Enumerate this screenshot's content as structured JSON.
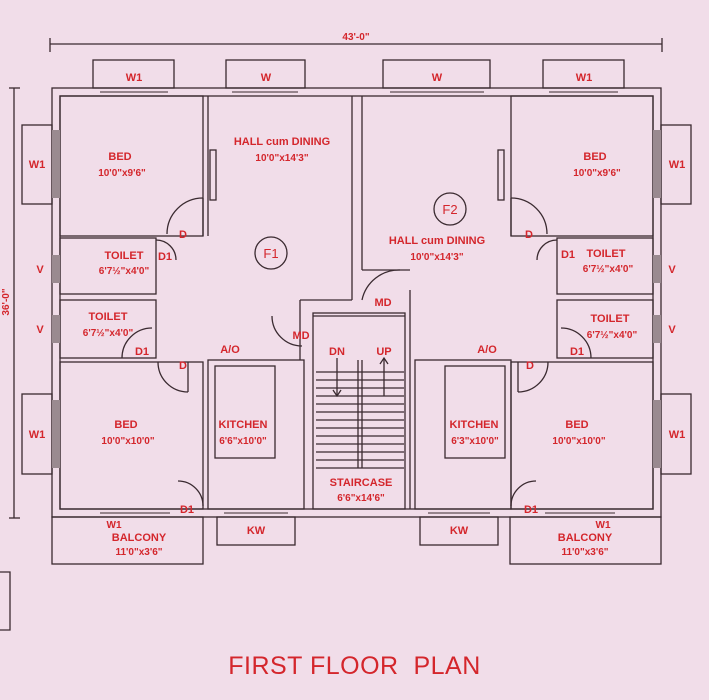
{
  "plan": {
    "title": "FIRST FLOOR  PLAN",
    "dimension_width": "43'-0\"",
    "dimension_height": "36'-0\"",
    "flat_labels": [
      "F1",
      "F2"
    ],
    "rooms": {
      "bed_top_left": {
        "name": "BED",
        "size": "10'0\"x9'6\""
      },
      "bed_top_right": {
        "name": "BED",
        "size": "10'0\"x9'6\""
      },
      "bed_bottom_left": {
        "name": "BED",
        "size": "10'0\"x10'0\""
      },
      "bed_bottom_right": {
        "name": "BED",
        "size": "10'0\"x10'0\""
      },
      "hall_left": {
        "name": "HALL cum DINING",
        "size": "10'0\"x14'3\""
      },
      "hall_right": {
        "name": "HALL cum DINING",
        "size": "10'0\"x14'3\""
      },
      "toilet_left_upper": {
        "name": "TOILET",
        "size": "6'7½\"x4'0\""
      },
      "toilet_left_lower": {
        "name": "TOILET",
        "size": "6'7½\"x4'0\""
      },
      "toilet_right_upper": {
        "name": "TOILET",
        "size": "6'7½\"x4'0\""
      },
      "toilet_right_lower": {
        "name": "TOILET",
        "size": "6'7½\"x4'0\""
      },
      "kitchen_left": {
        "name": "KITCHEN",
        "size": "6'6\"x10'0\""
      },
      "kitchen_right": {
        "name": "KITCHEN",
        "size": "6'3\"x10'0\""
      },
      "staircase": {
        "name": "STAIRCASE",
        "size": "6'6\"x14'6\""
      },
      "balcony_left": {
        "name": "BALCONY",
        "size": "11'0\"x3'6\""
      },
      "balcony_right": {
        "name": "BALCONY",
        "size": "11'0\"x3'6\""
      }
    },
    "windows": {
      "top_left_w1": "W1",
      "top_left_w": "W",
      "top_right_w": "W",
      "top_right_w1": "W1",
      "left_upper_w1": "W1",
      "left_lower_w1": "W1",
      "right_upper_w1": "W1",
      "right_lower_w1": "W1",
      "v_left_1": "V",
      "v_left_2": "V",
      "v_right_1": "V",
      "v_right_2": "V",
      "balcony_w1_left": "W1",
      "balcony_w1_right": "W1",
      "kw_left": "KW",
      "kw_right": "KW"
    },
    "doors": {
      "d_bed_tl": "D",
      "d_bed_tr": "D",
      "d_bed_bl": "D",
      "d_bed_br": "D",
      "d1_toilet_lu": "D1",
      "d1_toilet_ll": "D1",
      "d1_toilet_ru": "D1",
      "d1_toilet_rl": "D1",
      "d1_balcony_l": "D1",
      "d1_balcony_r": "D1",
      "md_left": "MD",
      "md_right": "MD",
      "ao_left": "A/O",
      "ao_right": "A/O"
    },
    "stairs": {
      "down": "DN",
      "up": "UP"
    }
  }
}
